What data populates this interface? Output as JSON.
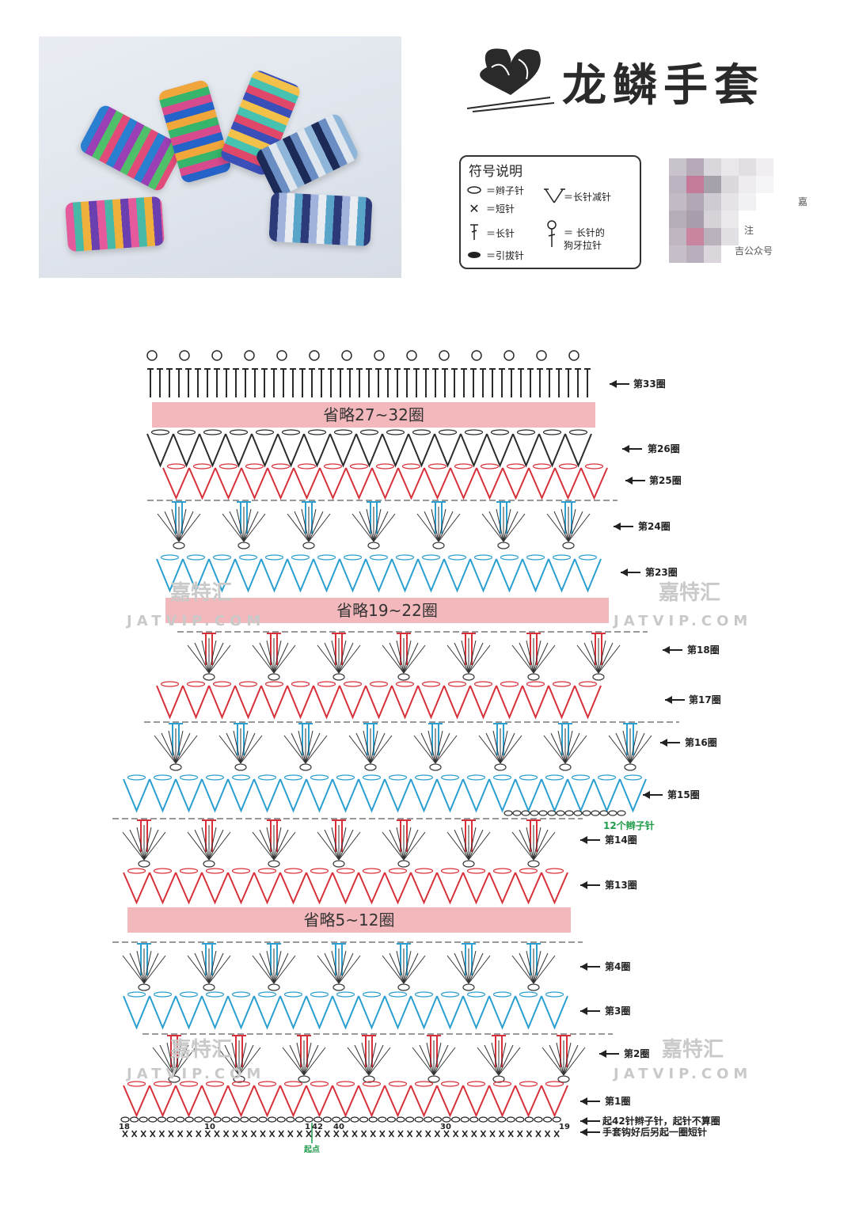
{
  "title": "龙鳞手套",
  "legend": {
    "heading": "符号说明",
    "items": [
      {
        "symbol": "chain",
        "text": "＝辫子针"
      },
      {
        "symbol": "sc",
        "text": "＝短针"
      },
      {
        "symbol": "dc",
        "text": "＝长针"
      },
      {
        "symbol": "slip",
        "text": "＝引拔针"
      },
      {
        "symbol": "dc2tog",
        "text": "＝长针减针"
      },
      {
        "symbol": "picot",
        "text": "＝ 长针的\n狗牙拉针"
      }
    ]
  },
  "side_fragments": [
    "嘉",
    "注",
    "吉公众号"
  ],
  "watermark": {
    "brand": "嘉特汇",
    "url": "JATVIP.COM"
  },
  "rounds": {
    "r33": "第33圈",
    "r26": "第26圈",
    "r25": "第25圈",
    "r24": "第24圈",
    "r23": "第23圈",
    "r18": "第18圈",
    "r17": "第17圈",
    "r16": "第16圈",
    "r15": "第15圈",
    "r14": "第14圈",
    "r13": "第13圈",
    "r4": "第4圈",
    "r3": "第3圈",
    "r2": "第2圈",
    "r1": "第1圈"
  },
  "omissions": {
    "o1": "省略27~32圈",
    "o2": "省略19~22圈",
    "o3": "省略5~12圈"
  },
  "notes": {
    "chain12": "12个辫子针",
    "start_chain": "起42针辫子针，起针不算圈",
    "after_note": "手套钩好后另起一圈短针",
    "start_point": "起点"
  },
  "chain_numbers": [
    "18",
    "10",
    "1",
    "42",
    "40",
    "30",
    "19"
  ],
  "colors": {
    "black": "#2b2b2b",
    "red": "#d8303a",
    "blue": "#2a9fd0",
    "pink_band": "#f3b8bb",
    "green": "#1f9a4a"
  }
}
